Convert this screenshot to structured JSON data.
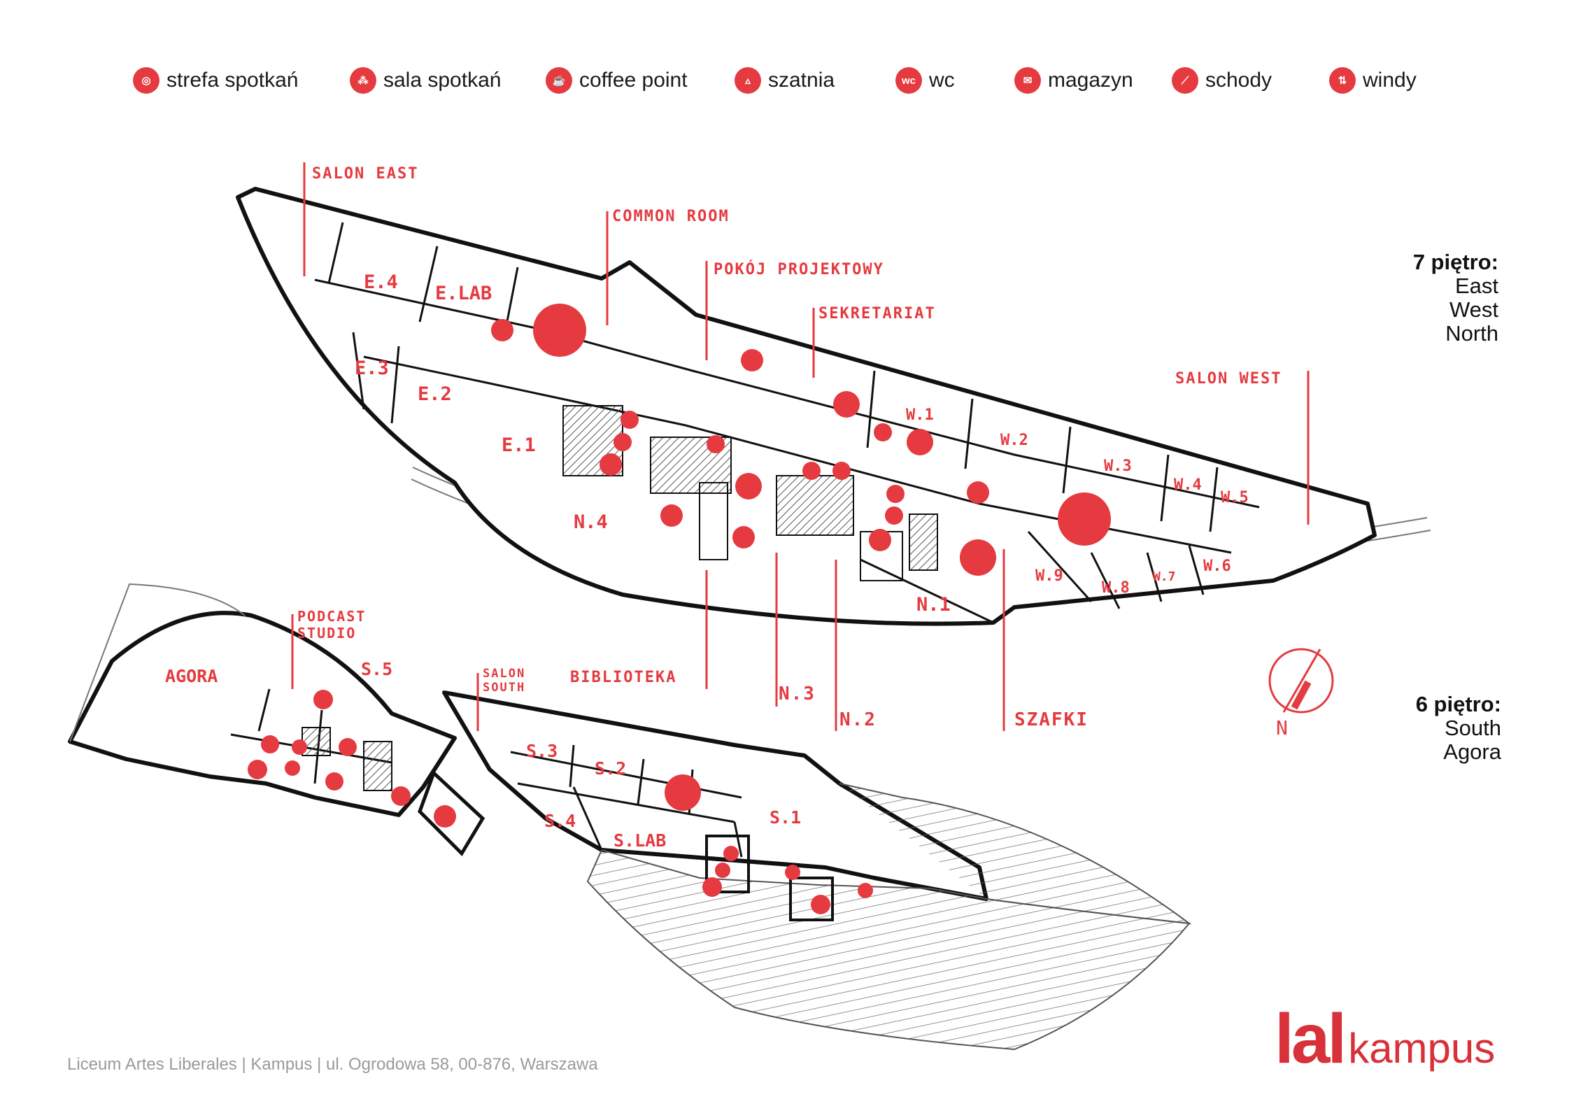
{
  "legend": [
    {
      "icon": "meeting-zone-icon",
      "label": "strefa spotkań",
      "glyph": "◎"
    },
    {
      "icon": "meeting-room-icon",
      "label": "sala spotkań",
      "glyph": "⁂"
    },
    {
      "icon": "coffee-icon",
      "label": "coffee point",
      "glyph": "☕"
    },
    {
      "icon": "hanger-icon",
      "label": "szatnia",
      "glyph": "▵"
    },
    {
      "icon": "wc-icon",
      "label": "wc",
      "glyph": "wc"
    },
    {
      "icon": "storage-icon",
      "label": "magazyn",
      "glyph": "✉"
    },
    {
      "icon": "stairs-icon",
      "label": "schody",
      "glyph": "⟋"
    },
    {
      "icon": "elevator-icon",
      "label": "windy",
      "glyph": "⇅"
    }
  ],
  "floor7": {
    "heading": "7 piętro:",
    "wings": [
      "East",
      "West",
      "North"
    ]
  },
  "floor6": {
    "heading": "6 piętro:",
    "wings": [
      "South",
      "Agora"
    ]
  },
  "callouts": {
    "salon_east": "SALON EAST",
    "common_room": "COMMON ROOM",
    "pokoj_projektowy": "POKÓJ PROJEKTOWY",
    "sekretariat": "SEKRETARIAT",
    "salon_west": "SALON WEST",
    "biblioteka": "BIBLIOTEKA",
    "n3": "N.3",
    "n2": "N.2",
    "szafki": "SZAFKI",
    "podcast_studio_1": "PODCAST",
    "podcast_studio_2": "STUDIO",
    "salon_south_1": "SALON",
    "salon_south_2": "SOUTH"
  },
  "rooms7": {
    "e4": "E.4",
    "elab": "E.LAB",
    "e3": "E.3",
    "e2": "E.2",
    "e1": "E.1",
    "n4": "N.4",
    "w1": "W.1",
    "w2": "W.2",
    "w3": "W.3",
    "w4": "W.4",
    "w5": "W.5",
    "w6": "W.6",
    "w7": "W.7",
    "w8": "W.8",
    "w9": "W.9",
    "n1": "N.1"
  },
  "rooms6": {
    "agora": "AGORA",
    "s5": "S.5",
    "s3": "S.3",
    "s2": "S.2",
    "s4": "S.4",
    "slab": "S.LAB",
    "s1": "S.1"
  },
  "compass": {
    "letter": "N"
  },
  "footer": {
    "address": "Liceum Artes Liberales | Kampus | ul. Ogrodowa 58, 00-876, Warszawa"
  },
  "brand": {
    "lal": "lal",
    "kampus": "kampus",
    "color": "#d8313a"
  },
  "colors": {
    "accent": "#e53a3f",
    "wall": "#111111",
    "outline": "#777777"
  }
}
